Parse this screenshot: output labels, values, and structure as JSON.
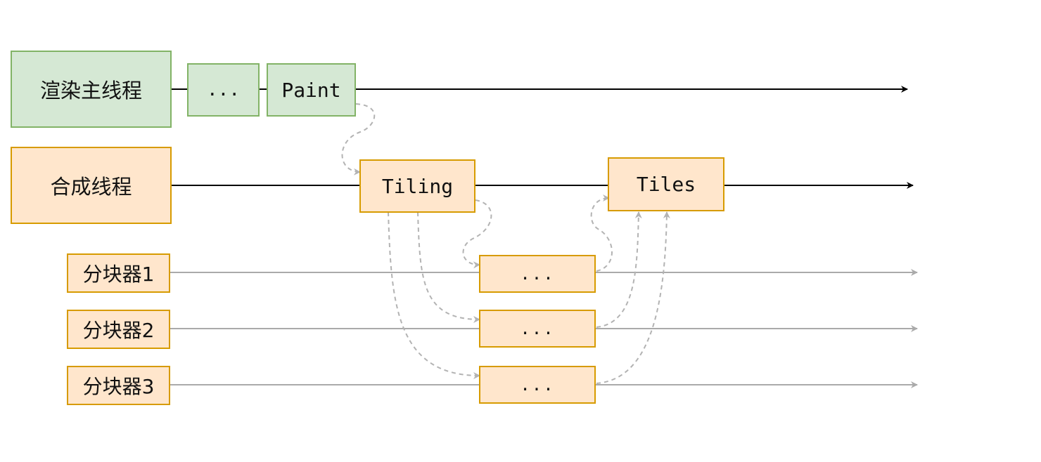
{
  "main_thread": {
    "label": "渲染主线程",
    "steps": [
      "...",
      "Paint"
    ]
  },
  "compositor_thread": {
    "label": "合成线程",
    "steps": [
      "Tiling",
      "Tiles"
    ]
  },
  "tile_workers": [
    {
      "label": "分块器1",
      "task": "..."
    },
    {
      "label": "分块器2",
      "task": "..."
    },
    {
      "label": "分块器3",
      "task": "..."
    }
  ],
  "colors": {
    "main_fill": "#d5e8d4",
    "main_stroke": "#82b366",
    "compositor_fill": "#ffe6cc",
    "compositor_stroke": "#d79b00",
    "timeline": "#000000",
    "worker_timeline": "#aaaaaa",
    "flow_arrow": "#b3b3b3"
  }
}
